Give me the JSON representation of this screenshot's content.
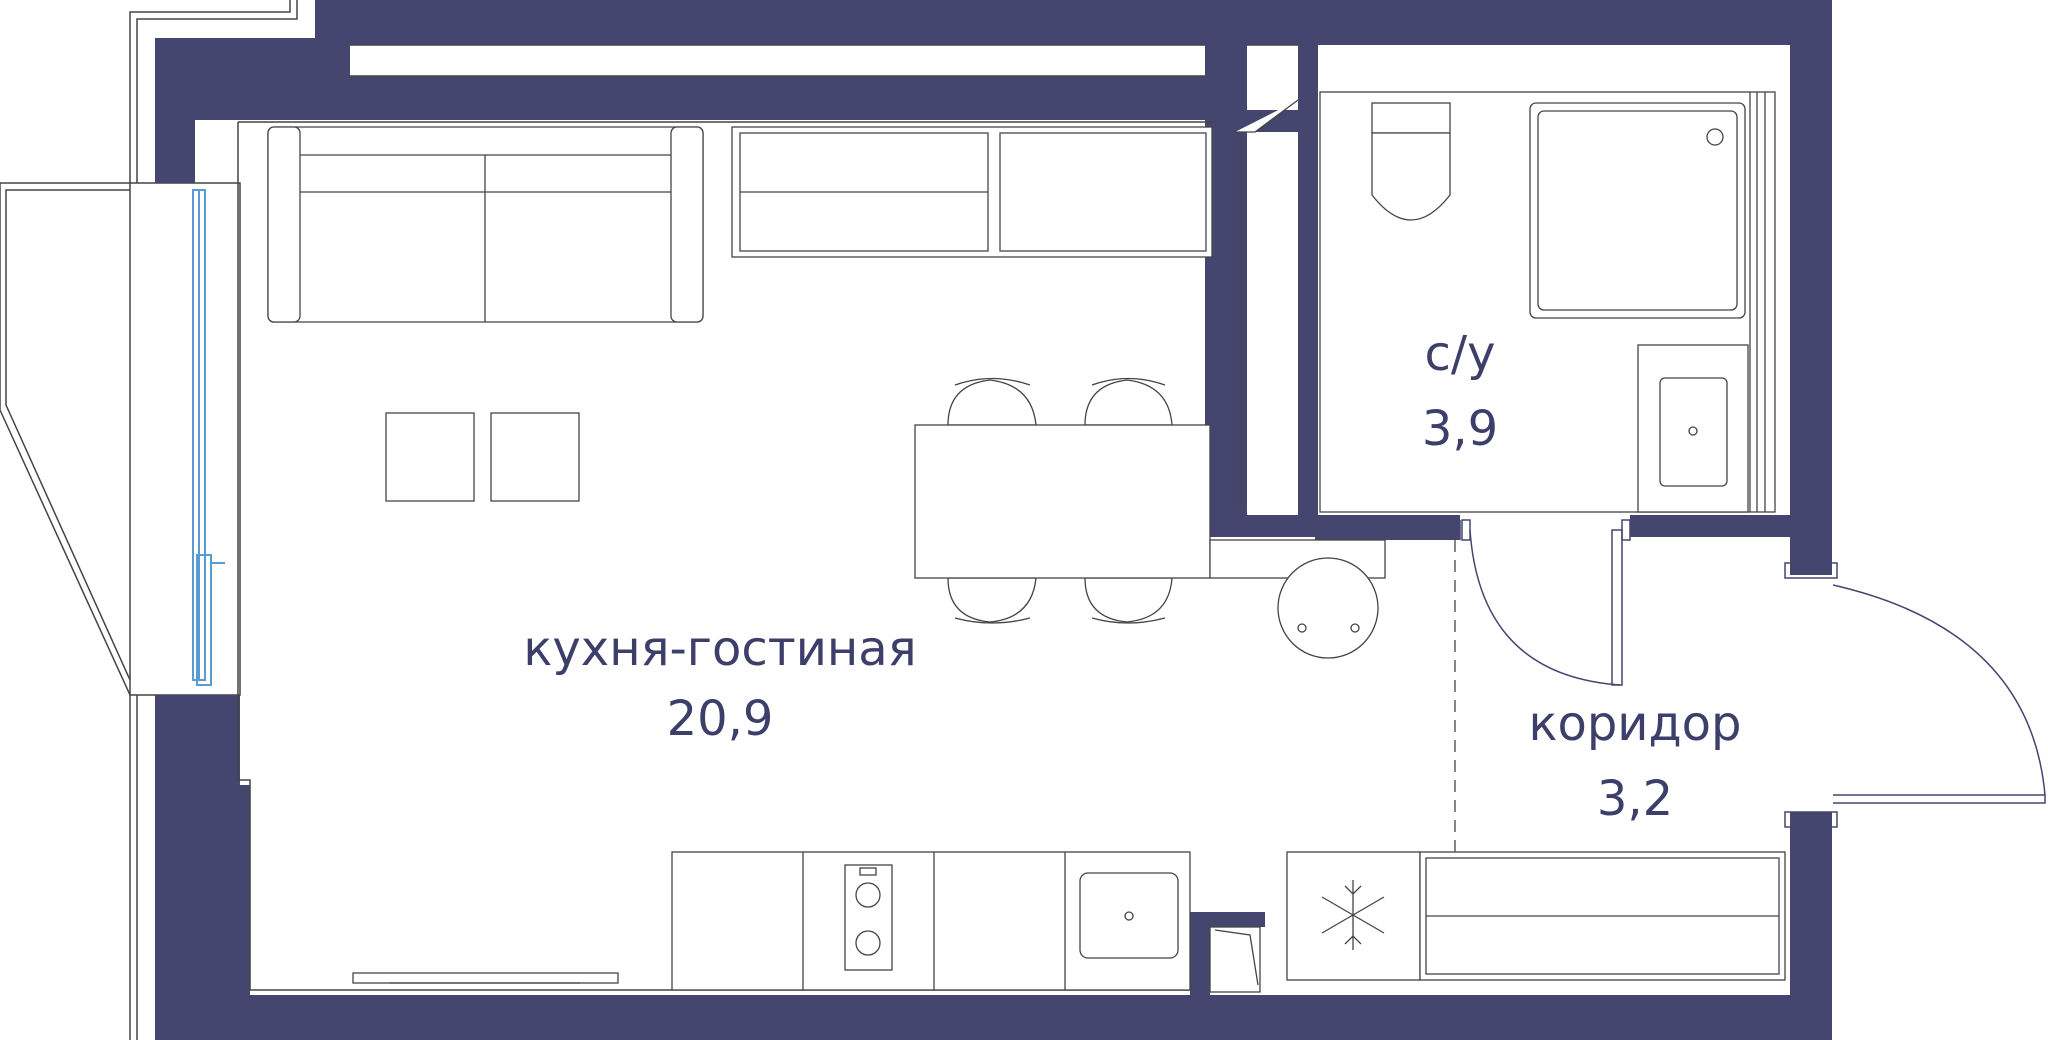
{
  "colors": {
    "wall": "#44466f",
    "line": "#444444",
    "label": "#3d3f6b",
    "window": "#5b9bd5"
  },
  "rooms": {
    "kitchen": {
      "name": "кухня-гостиная",
      "area": "20,9"
    },
    "wc": {
      "name": "с/у",
      "area": "3,9"
    },
    "corridor": {
      "name": "коридор",
      "area": "3,2"
    }
  },
  "icons": [
    "snowflake-icon"
  ]
}
